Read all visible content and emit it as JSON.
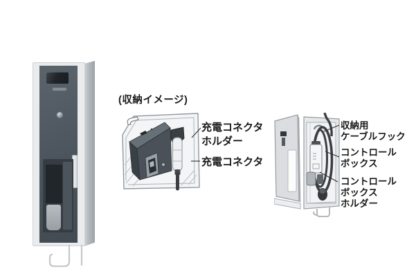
{
  "caption": "(収納イメージ)",
  "middle_labels": {
    "connector_holder": {
      "line1": "充電コネクタ",
      "line2": "ホルダー"
    },
    "connector": "充電コネクタ"
  },
  "right_labels": {
    "cable_hook": {
      "line1": "収納用",
      "line2": "ケーブルフック"
    },
    "control_box": {
      "line1": "コントロール",
      "line2": "ボックス"
    },
    "control_box_holder": {
      "line1": "コントロール",
      "line2": "ボックス",
      "line3": "ホルダー"
    }
  },
  "colors": {
    "background": "#ffffff",
    "label_text": "#1a1a1a",
    "cabinet_body": "#4b545c",
    "cabinet_frame": "#e9ebec",
    "cabinet_side": "#b3b8bc",
    "dark_box": "#4a5158",
    "connector_white": "#eef0f1",
    "cable_dark": "#3b3f44",
    "line_art": "#9299a0"
  }
}
